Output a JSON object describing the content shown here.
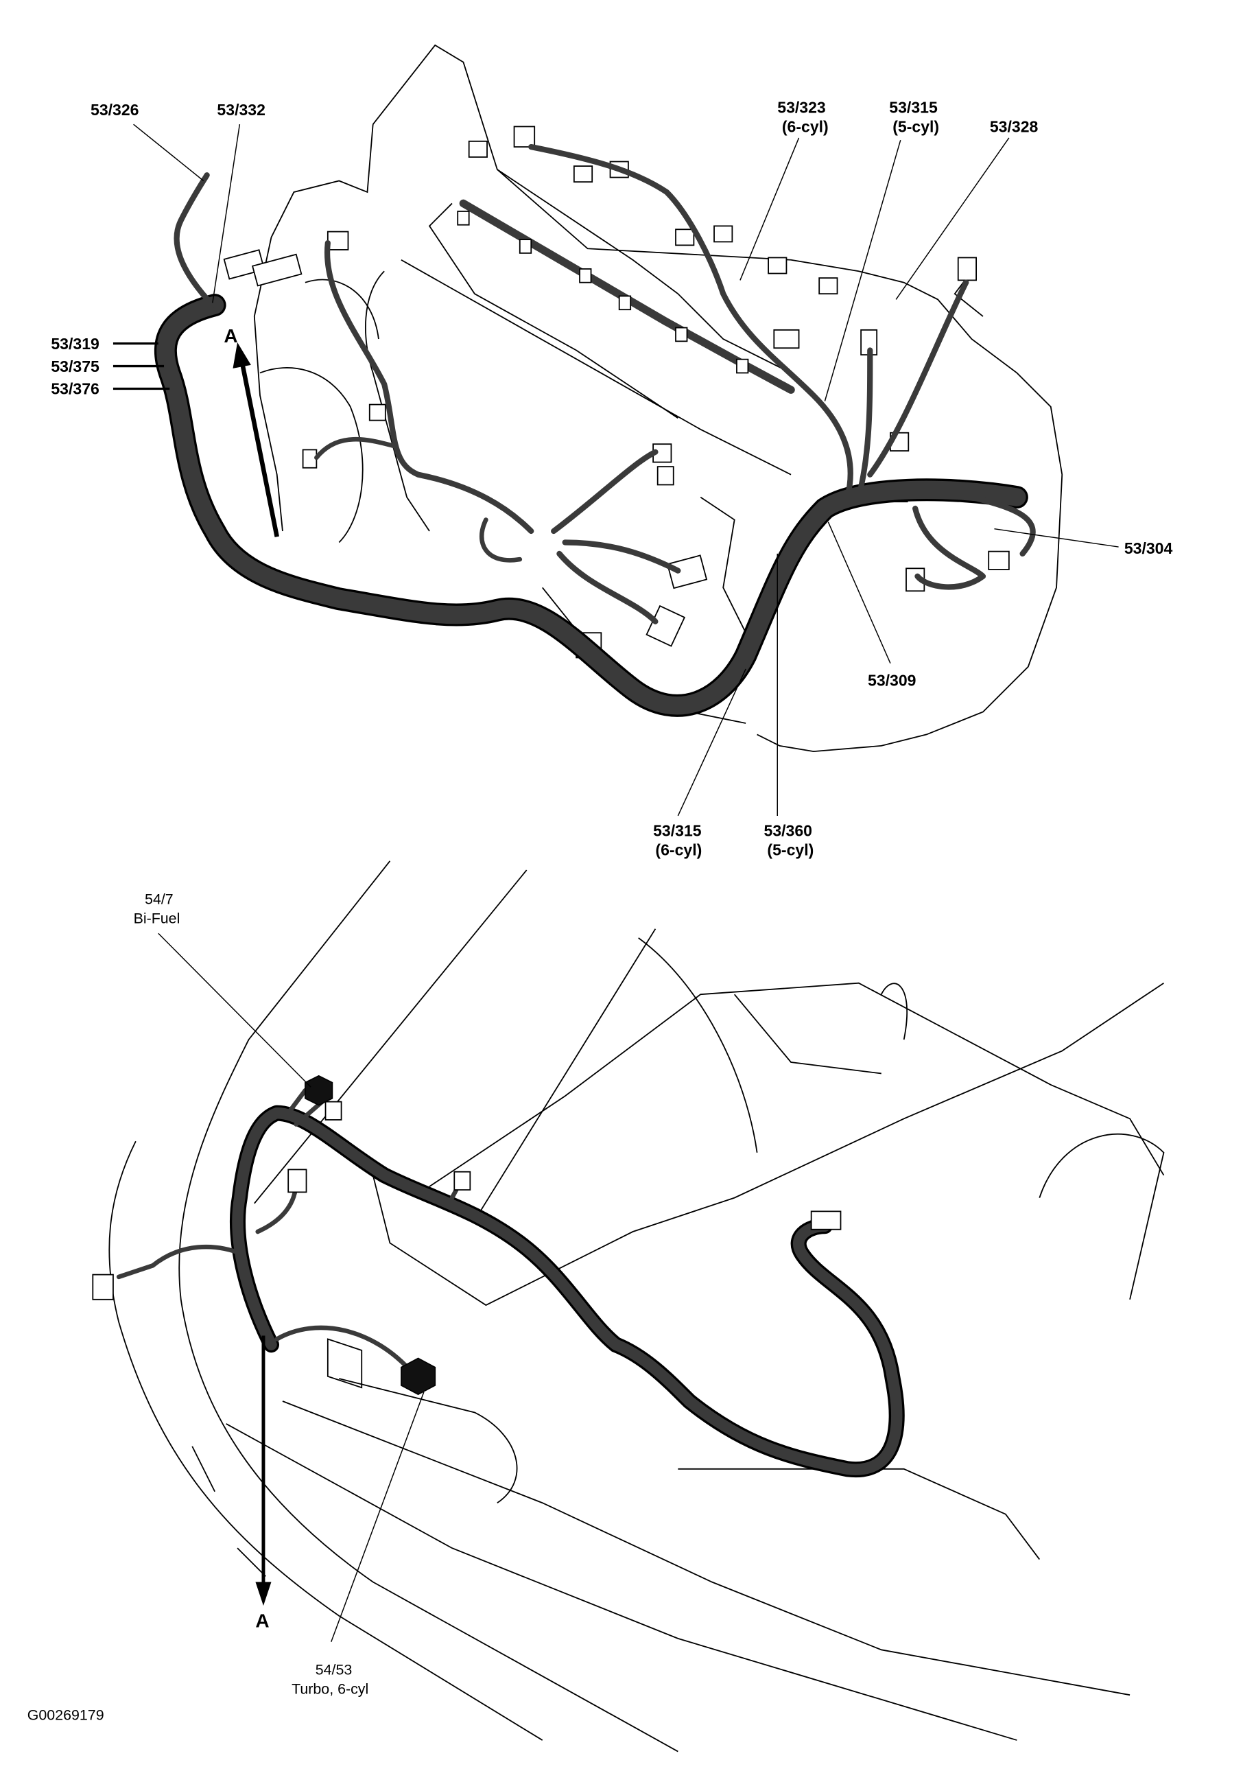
{
  "top_view": {
    "labels": [
      {
        "id": "53_326",
        "lines": [
          "53/326"
        ]
      },
      {
        "id": "53_332",
        "lines": [
          "53/332"
        ]
      },
      {
        "id": "53_323",
        "lines": [
          "53/323",
          "(6-cyl)"
        ]
      },
      {
        "id": "53_315_5",
        "lines": [
          "53/315",
          "(5-cyl)"
        ]
      },
      {
        "id": "53_328",
        "lines": [
          "53/328"
        ]
      },
      {
        "id": "53_319",
        "lines": [
          "53/319"
        ]
      },
      {
        "id": "53_375",
        "lines": [
          "53/375"
        ]
      },
      {
        "id": "53_376",
        "lines": [
          "53/376"
        ]
      },
      {
        "id": "53_304",
        "lines": [
          "53/304"
        ]
      },
      {
        "id": "53_309",
        "lines": [
          "53/309"
        ]
      },
      {
        "id": "53_315_6",
        "lines": [
          "53/315",
          "(6-cyl)"
        ]
      },
      {
        "id": "53_360",
        "lines": [
          "53/360",
          "(5-cyl)"
        ]
      }
    ],
    "arrow_label": "A"
  },
  "bottom_view": {
    "labels": [
      {
        "id": "54_7",
        "lines": [
          "54/7",
          "Bi-Fuel"
        ]
      },
      {
        "id": "54_53",
        "lines": [
          "54/53",
          "Turbo, 6-cyl"
        ]
      }
    ],
    "arrow_label": "A"
  },
  "figure_id": "G00269179",
  "colors": {
    "harness": "#3a3a3a",
    "line": "#000000",
    "background": "#ffffff"
  }
}
